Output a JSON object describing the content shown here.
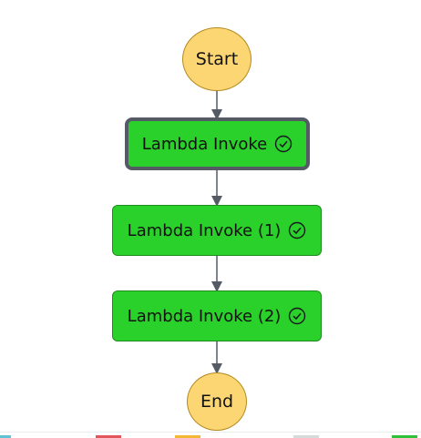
{
  "graph": {
    "start_label": "Start",
    "end_label": "End",
    "tasks": [
      {
        "label": "Lambda Invoke",
        "status": "succeeded",
        "status_icon": "check-circle-icon",
        "selected": true
      },
      {
        "label": "Lambda Invoke (1)",
        "status": "succeeded",
        "status_icon": "check-circle-icon",
        "selected": false
      },
      {
        "label": "Lambda Invoke (2)",
        "status": "succeeded",
        "status_icon": "check-circle-icon",
        "selected": false
      }
    ]
  },
  "colors": {
    "start_end_fill": "#fdd674",
    "task_succeeded_fill": "#2ad12a",
    "selected_border": "#545b64",
    "edge": "#545b64"
  },
  "legend": {
    "colors": [
      "#5fc3d6",
      "#e0565b",
      "#f2b834",
      "#d5dbdb",
      "#2ec23a"
    ]
  }
}
